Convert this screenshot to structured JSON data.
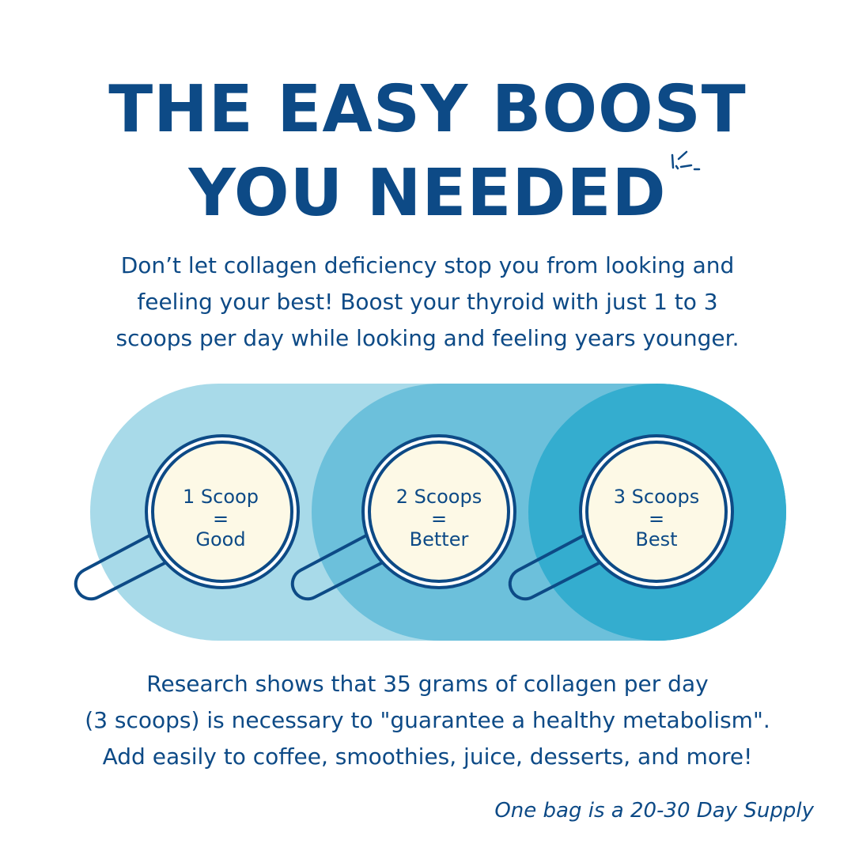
{
  "title": {
    "line1": "THE EASY BOOST",
    "line2": "YOU NEEDED"
  },
  "intro": {
    "line1": "Don’t let collagen deficiency stop you from looking and",
    "line2": "feeling your best! Boost your thyroid with just 1 to 3",
    "line3": "scoops per day while looking and feeling years younger."
  },
  "scoops": [
    {
      "line1": "1 Scoop",
      "line2": "=",
      "line3": "Good"
    },
    {
      "line1": "2 Scoops",
      "line2": "=",
      "line3": "Better"
    },
    {
      "line1": "3 Scoops",
      "line2": "=",
      "line3": "Best"
    }
  ],
  "research": {
    "line1": "Research shows that 35 grams of collagen per day",
    "line2": "(3 scoops) is necessary to \"guarantee a healthy metabolism\".",
    "line3": "Add easily to coffee, smoothies, juice, desserts, and more!"
  },
  "supply": "One bag is a 20-30 Day Supply",
  "colors": {
    "navy": "#0d4a86",
    "pill_light": "#a8dae9",
    "pill_mid": "#6cc0db",
    "pill_dark": "#34adcf",
    "cream": "#fdf9e6"
  },
  "icons": {
    "sparkle": "sparkle-icon",
    "scoop": "measuring-scoop-icon"
  }
}
